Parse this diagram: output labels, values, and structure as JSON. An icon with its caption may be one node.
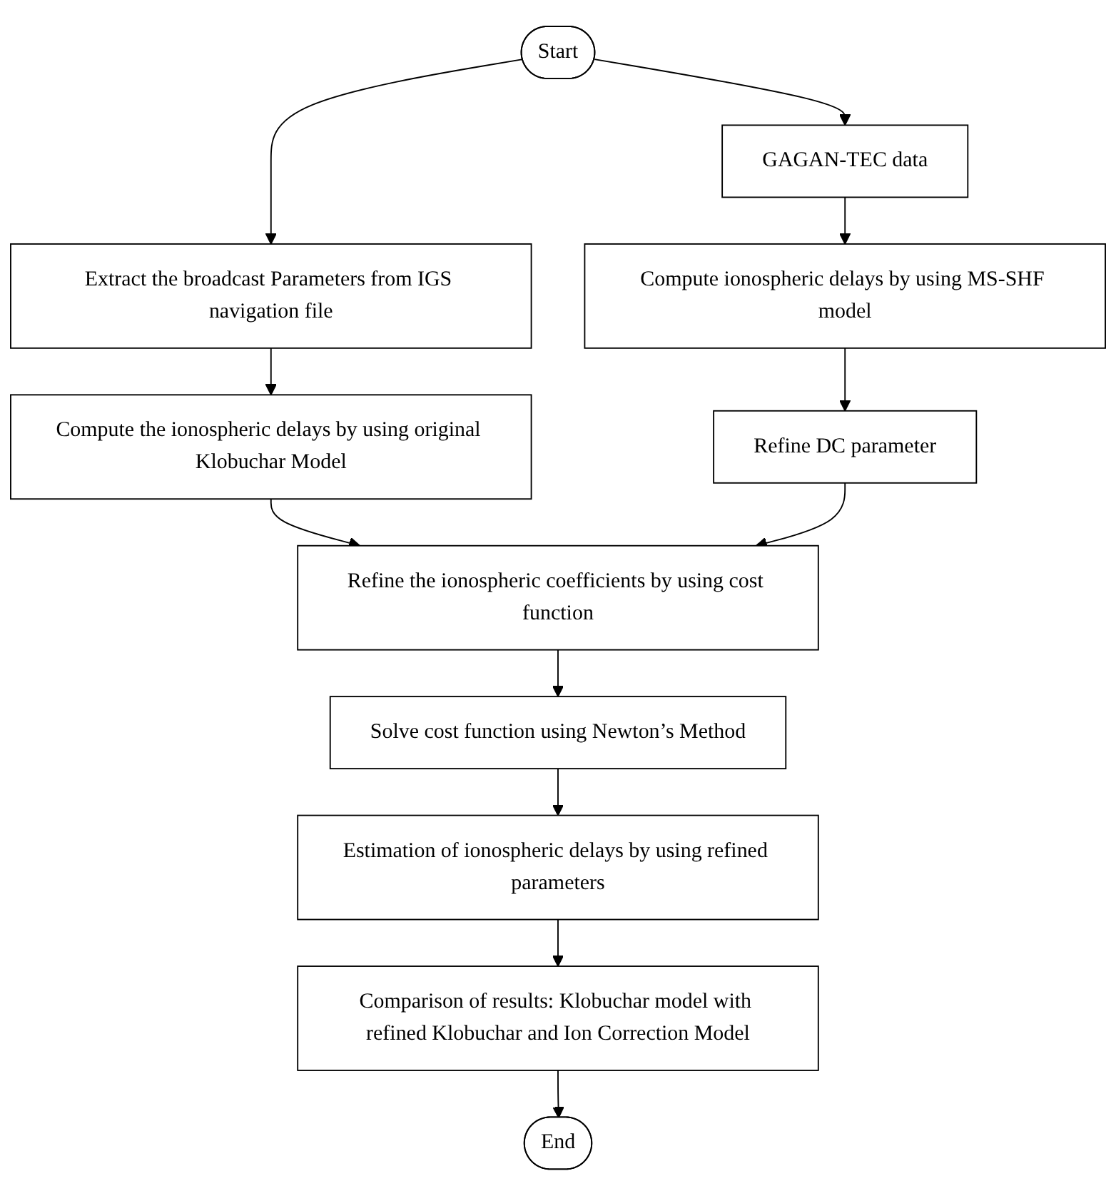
{
  "diagram": {
    "nodes": [
      {
        "text": [
          "Start"
        ]
      },
      {
        "text": [
          "Extract the broadcast Parameters from IGS navigation file"
        ]
      },
      {
        "text": [
          "GAGAN-TEC data"
        ]
      },
      {
        "text": [
          "Compute the ionospheric delays by using original Klobuchar Model"
        ]
      },
      {
        "text": [
          "Compute ionospheric delays by using MS-SHF model"
        ]
      },
      {
        "text": [
          "Refine DC parameter"
        ]
      },
      {
        "text": [
          "Refine the ionospheric coefficients by using cost function"
        ]
      },
      {
        "text": [
          "Solve cost function using Newton’s Method"
        ]
      },
      {
        "text": [
          "Estimation of ionospheric delays by using refined parameters"
        ]
      },
      {
        "text": [
          "Comparison of results: Klobuchar model with refined Klobuchar and Ion Correction Model"
        ]
      },
      {
        "text": [
          "End"
        ]
      }
    ],
    "edges": [
      {
        "from": 0,
        "to": 1,
        "arrow": "to"
      },
      {
        "from": 0,
        "to": 2,
        "arrow": "to"
      },
      {
        "from": 1,
        "to": 3,
        "arrow": "to"
      },
      {
        "from": 2,
        "to": 4,
        "arrow": "to"
      },
      {
        "from": 4,
        "to": 5,
        "arrow": "to"
      },
      {
        "from": 3,
        "to": 6,
        "arrow": "to"
      },
      {
        "from": 5,
        "to": 6,
        "arrow": "to"
      },
      {
        "from": 6,
        "to": 7,
        "arrow": "to"
      },
      {
        "from": 7,
        "to": 8,
        "arrow": "to"
      },
      {
        "from": 8,
        "to": 9,
        "arrow": "to"
      },
      {
        "from": 9,
        "to": 10,
        "arrow": "to"
      }
    ]
  }
}
